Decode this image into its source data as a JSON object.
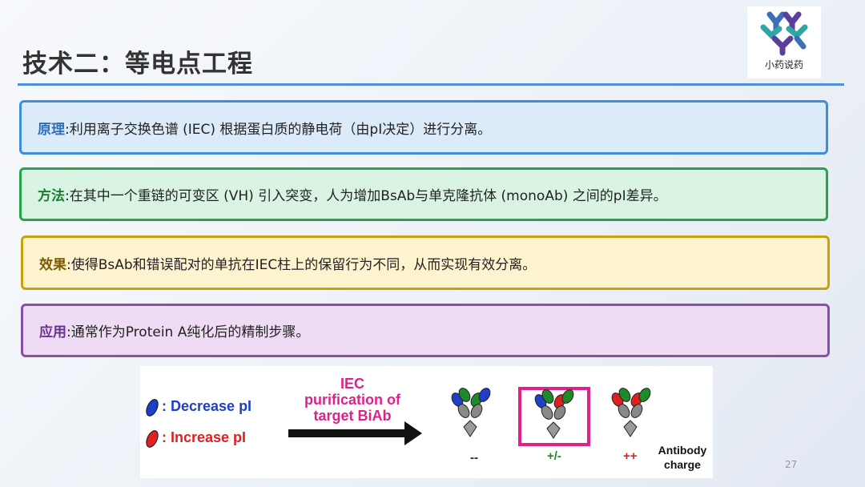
{
  "slide": {
    "title": "技术二：等电点工程",
    "logo_text": "小药说药",
    "page_number": "27"
  },
  "boxes": [
    {
      "label": "原理",
      "text": ":利用离子交换色谱 (IEC) 根据蛋白质的静电荷（由pI决定）进行分离。",
      "border_color": "#3d8ee0",
      "bg_color": "#dcebf9"
    },
    {
      "label": "方法",
      "text": ":在其中一个重链的可变区 (VH) 引入突变，人为增加BsAb与单克隆抗体 (monoAb) 之间的pI差异。",
      "border_color": "#27a34a",
      "bg_color": "#d9f4e2"
    },
    {
      "label": "效果",
      "text": ":使得BsAb和错误配对的单抗在IEC柱上的保留行为不同，从而实现有效分离。",
      "border_color": "#c8a20e",
      "bg_color": "#fdf3cf"
    },
    {
      "label": "应用",
      "text": ":通常作为Protein A纯化后的精制步骤。",
      "border_color": "#8a4fa8",
      "bg_color": "#eddcf3"
    }
  ],
  "figure": {
    "legend_decrease": ": Decrease pI",
    "legend_increase": ": Increase pI",
    "iec_line1": "IEC",
    "iec_line2": "purification of",
    "iec_line3": "target BiAb",
    "charge_minus": "--",
    "charge_mixed": "+/-",
    "charge_plus": "++",
    "antibody_line1": "Antibody",
    "antibody_line2": "charge",
    "colors": {
      "decrease": "#1f3fc8",
      "increase": "#e02020",
      "highlight": "#e0218a"
    }
  }
}
